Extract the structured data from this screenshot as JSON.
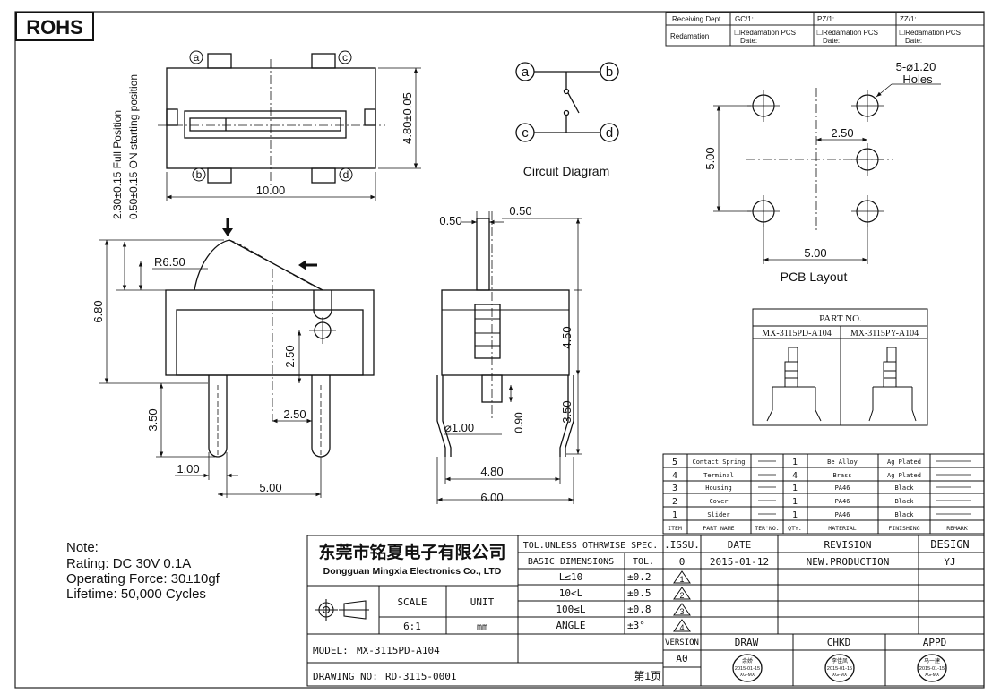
{
  "rohs": "ROHS",
  "approval": {
    "receiving_dept": "Receiving Dept",
    "redamation": "Redamation",
    "cols": [
      {
        "code": "GC/1:",
        "redamation": "☐Redamation  PCS",
        "date": "Date:"
      },
      {
        "code": "PZ/1:",
        "redamation": "☐Redamation  PCS",
        "date": "Date:"
      },
      {
        "code": "ZZ/1:",
        "redamation": "☐Redamation  PCS",
        "date": "Date:"
      }
    ]
  },
  "top_view": {
    "pins": [
      "a",
      "b",
      "c",
      "d"
    ],
    "dim_width": "10.00",
    "dim_height": "4.80±0.05"
  },
  "side_view": {
    "dim_full_position": "2.30±0.15  Full  Position",
    "dim_on_position": "0.50±0.15  ON  starting  position",
    "dim_total_height": "6.80",
    "dim_radius": "R6.50",
    "dim_pin_center": "2.50",
    "dim_pin_length": "3.50",
    "dim_pin_spacing": "2.50",
    "dim_pin_width": "1.00",
    "dim_pin_pitch": "5.00"
  },
  "end_view": {
    "dim_left": "0.50",
    "dim_right": "0.50",
    "dim_body_height": "4.50",
    "dim_pin_length": "3.50",
    "dim_hole": "⌀1.00",
    "dim_pin_offset": "0.90",
    "dim_inner_width": "4.80",
    "dim_outer_width": "6.00"
  },
  "circuit": {
    "title": "Circuit  Diagram",
    "nodes": [
      "a",
      "b",
      "c",
      "d"
    ]
  },
  "pcb": {
    "title": "PCB  Layout",
    "holes_label_1": "5-⌀1.20",
    "holes_label_2": "Holes",
    "dim_spacing": "2.50",
    "dim_height": "5.00",
    "dim_width": "5.00"
  },
  "part_no": {
    "title": "PART  NO.",
    "variants": [
      "MX-3115PD-A104",
      "MX-3115PY-A104"
    ]
  },
  "bom": {
    "headers": [
      "ITEM",
      "PART NAME",
      "TER'NO.",
      "QTY.",
      "MATERIAL",
      "FINISHING",
      "REMARK"
    ],
    "rows": [
      {
        "item": "5",
        "name": "Contact Spring",
        "qty": "1",
        "material": "Be Alloy",
        "finishing": "Ag Plated"
      },
      {
        "item": "4",
        "name": "Terminal",
        "qty": "4",
        "material": "Brass",
        "finishing": "Ag Plated"
      },
      {
        "item": "3",
        "name": "Housing",
        "qty": "1",
        "material": "PA46",
        "finishing": "Black"
      },
      {
        "item": "2",
        "name": "Cover",
        "qty": "1",
        "material": "PA46",
        "finishing": "Black"
      },
      {
        "item": "1",
        "name": "Slider",
        "qty": "1",
        "material": "PA46",
        "finishing": "Black"
      }
    ]
  },
  "notes": {
    "title": "Note:",
    "rating": "Rating:  DC  30V  0.1A",
    "force": "Operating  Force:  30±10gf",
    "lifetime": "Lifetime:    50,000  Cycles"
  },
  "title_block": {
    "company_cn": "东莞市铭夏电子有限公司",
    "company_en": "Dongguan Mingxia Electronics Co., LTD",
    "scale_label": "SCALE",
    "unit_label": "UNIT",
    "scale_value": "6:1",
    "unit_value": "mm",
    "tol_title": "TOL.UNLESS OTHRWISE SPEC.",
    "basic_dimensions": "BASIC DIMENSIONS",
    "tol_label": "TOL.",
    "tolerances": [
      {
        "range": "L≤10",
        "tol": "±0.2"
      },
      {
        "range": "10<L",
        "tol": "±0.5"
      },
      {
        "range": "100≤L",
        "tol": "±0.8"
      },
      {
        "range": "ANGLE",
        "tol": "±3°"
      }
    ],
    "model_label": "MODEL:",
    "model_value": "MX-3115PD-A104",
    "drawing_label": "DRAWING NO:",
    "drawing_value": "RD-3115-0001",
    "page": "第1页",
    "issu": ".ISSU.",
    "date_label": "DATE",
    "revision_label": "REVISION",
    "design_label": "DESIGN",
    "rev_issue": "0",
    "rev_date": "2015-01-12",
    "rev_text": "NEW.PRODUCTION",
    "rev_design": "YJ",
    "rev_marks": [
      "1",
      "2",
      "3",
      "4"
    ],
    "version_label": "VERSION",
    "version_value": "A0",
    "draw_label": "DRAW",
    "chkd_label": "CHKD",
    "appd_label": "APPD",
    "stamps": [
      {
        "name": "余娇",
        "date": "2015-01-15",
        "org": "XG-MX"
      },
      {
        "name": "李佳凤",
        "date": "2015-01-15",
        "org": "XG-MX"
      },
      {
        "name": "马一建",
        "date": "2015-01-15",
        "org": "XG-MX"
      }
    ]
  }
}
